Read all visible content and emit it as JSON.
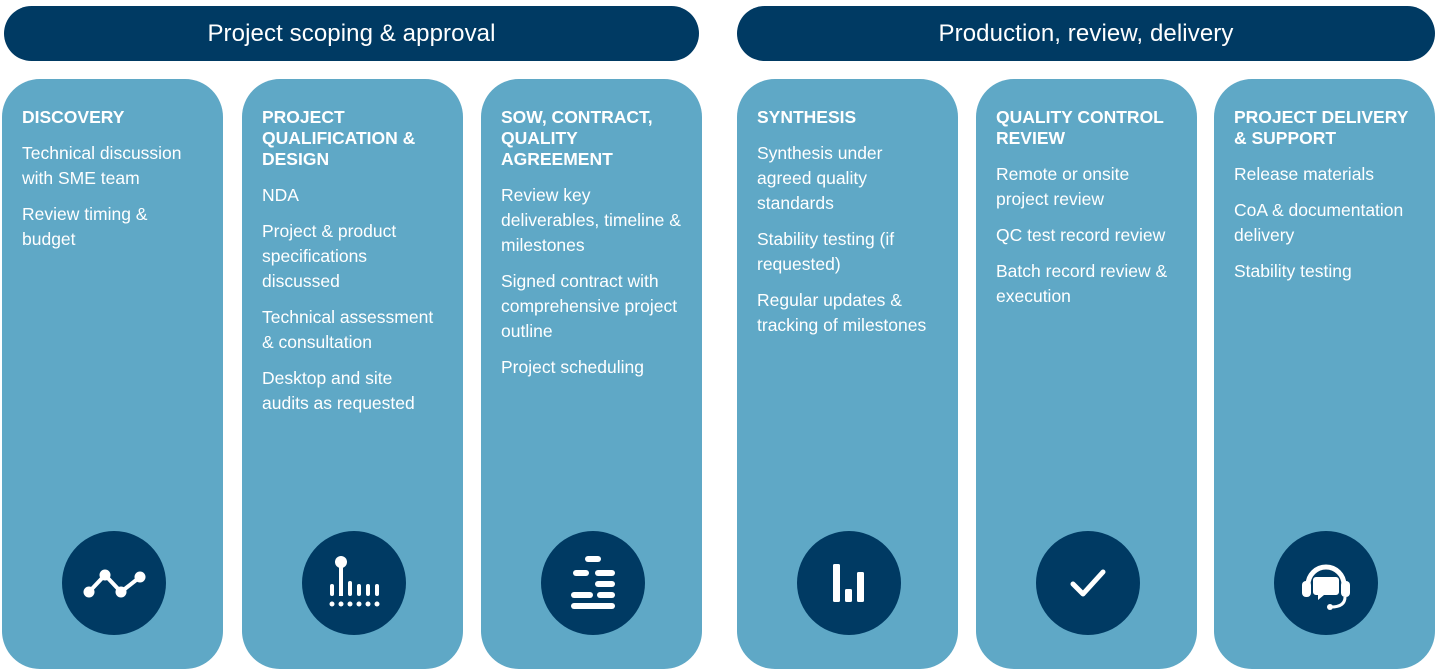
{
  "phases": [
    {
      "label": "Project scoping & approval"
    },
    {
      "label": "Production, review, delivery"
    }
  ],
  "cards": [
    {
      "title": "DISCOVERY",
      "items": [
        "Technical discussion with SME team",
        "Review timing & budget"
      ],
      "icon": "line-graph-icon"
    },
    {
      "title": "PROJECT QUALIFICATION & DESIGN",
      "items": [
        "NDA",
        "Project & product specifications discussed",
        "Technical assessment & consultation",
        "Desktop and site audits as requested"
      ],
      "icon": "equalizer-icon"
    },
    {
      "title": "SOW, CONTRACT, QUALITY AGREEMENT",
      "items": [
        "Review key deliverables, timeline & milestones",
        "Signed contract with comprehensive project outline",
        "Project scheduling"
      ],
      "icon": "gantt-schedule-icon"
    },
    {
      "title": "SYNTHESIS",
      "items": [
        "Synthesis under agreed quality standards",
        "Stability testing (if requested)",
        "Regular updates & tracking of milestones"
      ],
      "icon": "bar-chart-icon"
    },
    {
      "title": "QUALITY CONTROL REVIEW",
      "items": [
        "Remote or onsite project review",
        "QC test record review",
        "Batch record review & execution"
      ],
      "icon": "checkmark-icon"
    },
    {
      "title": "PROJECT DELIVERY & SUPPORT",
      "items": [
        "Release materials",
        "CoA & documentation delivery",
        "Stability testing"
      ],
      "icon": "headset-support-icon"
    }
  ],
  "colors": {
    "header": "#003a63",
    "card": "#5fa8c6",
    "icon_bg": "#003a63"
  }
}
